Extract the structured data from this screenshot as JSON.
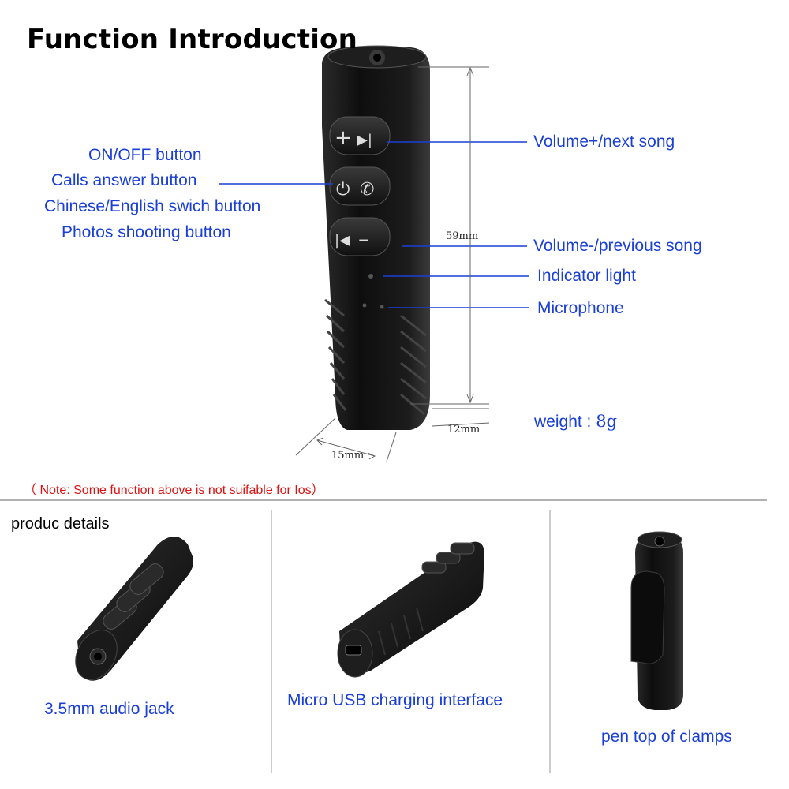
{
  "title": "Function Introduction",
  "left_callouts": {
    "on_off": "ON/OFF button",
    "calls_answer": "Calls answer button",
    "language_switch": "Chinese/English swich button",
    "photos": "Photos shooting  button"
  },
  "right_callouts": {
    "volume_up": "Volume+/next song",
    "volume_down": "Volume-/previous song",
    "indicator": "Indicator light",
    "microphone": "Microphone"
  },
  "dimensions": {
    "height": "59mm",
    "depth": "12mm",
    "width": "15mm"
  },
  "weight": {
    "label": "weight :",
    "value": "8g"
  },
  "note": "（ Note: Some function above is not suifable for Ios）",
  "details": {
    "heading": "produc details",
    "captions": [
      "3.5mm audio jack",
      "Micro USB charging interface",
      "pen top of clamps"
    ]
  },
  "colors": {
    "label_blue": "#1a3fd6",
    "note_red": "#e01010",
    "device_black": "#151515"
  }
}
